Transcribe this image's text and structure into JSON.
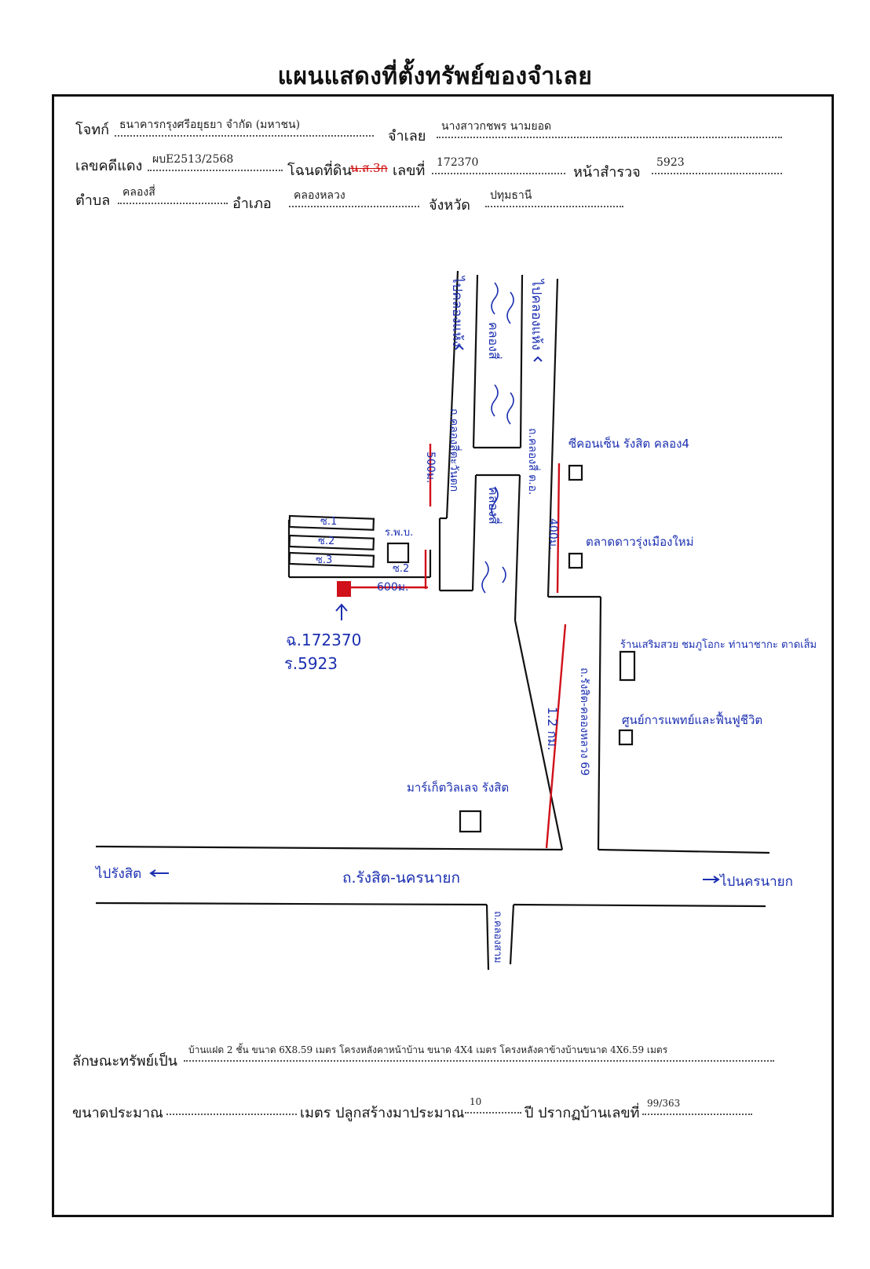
{
  "title": "แผนแสดงที่ตั้งทรัพย์ของจำเลย",
  "header": {
    "plaintiff_label": "โจทก์",
    "plaintiff": "ธนาคารกรุงศรีอยุธยา จำกัด (มหาชน)",
    "defendant_label": "จำเลย",
    "defendant": "นางสาวกชพร นามยอด",
    "case_label": "เลขคดีแดง",
    "case_no": "ผบE2513/2568",
    "deed_label": "โฉนดที่ดิน",
    "deed_struck": "น.ส.3ก",
    "number_label": "เลขที่",
    "deed_no": "172370",
    "survey_label": "หน้าสำรวจ",
    "survey_no": "5923",
    "subdistrict_label": "ตำบล",
    "subdistrict": "คลองสี่",
    "district_label": "อำเภอ",
    "district": "คลองหลวง",
    "province_label": "จังหวัด",
    "province": "ปทุมธานี"
  },
  "map": {
    "to_klong_haeng": "ไปคลองแห้ง",
    "klong_4": "คลองสี่",
    "road_klong4_west": "ถ.คลองสี่ตะวันตก",
    "road_klong4_east": "ถ.คลองสี่ ต.อ.",
    "dist_500": "500ม.",
    "dist_400": "400ม.",
    "dist_600": "600ม.",
    "dist_1_2km": "1.2 กม.",
    "soi_1": "ซ.1",
    "soi_2": "ซ.2",
    "soi_3": "ซ.3",
    "village": "ร.พ.บ.",
    "sub_2": "ซ.2",
    "deed_note_1": "ฉ.172370",
    "deed_note_2": "ร.5923",
    "landmark_1": "ซีคอนเซ็น รังสิต คลอง4",
    "landmark_2": "ตลาดดาวรุ่งเมืองใหม่",
    "landmark_3": "ร้านเสริมสวย ชมภูโอกะ ท่านาชากะ ตาดเส็ม",
    "landmark_4": "ศูนย์การแพทย์และฟื้นฟูชีวิต",
    "landmark_5": "มาร์เก็ตวิลเลจ รังสิต",
    "road_side": "ถ.รังสิต-คลองหลวง 69",
    "main_road": "ถ.รังสิต-นครนายก",
    "to_rangsit": "ไปรังสิต",
    "to_nakhon_nayok": "ไปนครนายก",
    "klong_south": "ถ.คลองสาม"
  },
  "footer": {
    "property_label": "ลักษณะทรัพย์เป็น",
    "property": "บ้านแฝด 2 ชั้น ขนาด 6X8.59 เมตร โครงหลังคาหน้าบ้าน ขนาด 4X4 เมตร โครงหลังคาข้างบ้านขนาด 4X6.59 เมตร",
    "size_label": "ขนาดประมาณ",
    "size_unit": "เมตร ปลูกสร้างมาประมาณ",
    "years": "10",
    "year_unit": "ปี ปรากฏบ้านเลขที่",
    "house_no": "99/363"
  }
}
